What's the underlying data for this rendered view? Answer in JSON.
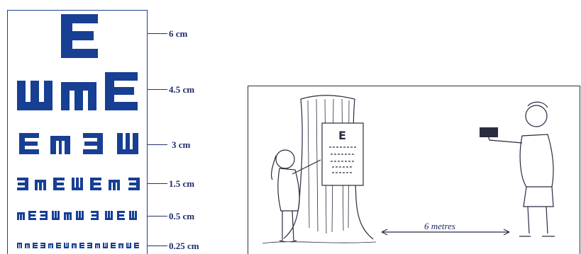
{
  "eye_chart": {
    "rows": [
      {
        "letters": "E",
        "size_label": "6 cm"
      },
      {
        "letters": "ШмЕ",
        "size_label": "4.5 cm"
      },
      {
        "letters": "ЕmЭШ",
        "size_label": "3 cm"
      },
      {
        "letters": "ЭmЕШЕmЭ",
        "size_label": "1.5 cm"
      },
      {
        "letters": "mЕЭШmШЭШЕШ",
        "size_label": "0.5 cm"
      },
      {
        "letters": "ШmЕЭmЭЕШmЕЭШmШЕ",
        "size_label": "0.25 cm"
      }
    ],
    "ink_color": "#173f93"
  },
  "scene": {
    "distance_label": "6 metres"
  }
}
